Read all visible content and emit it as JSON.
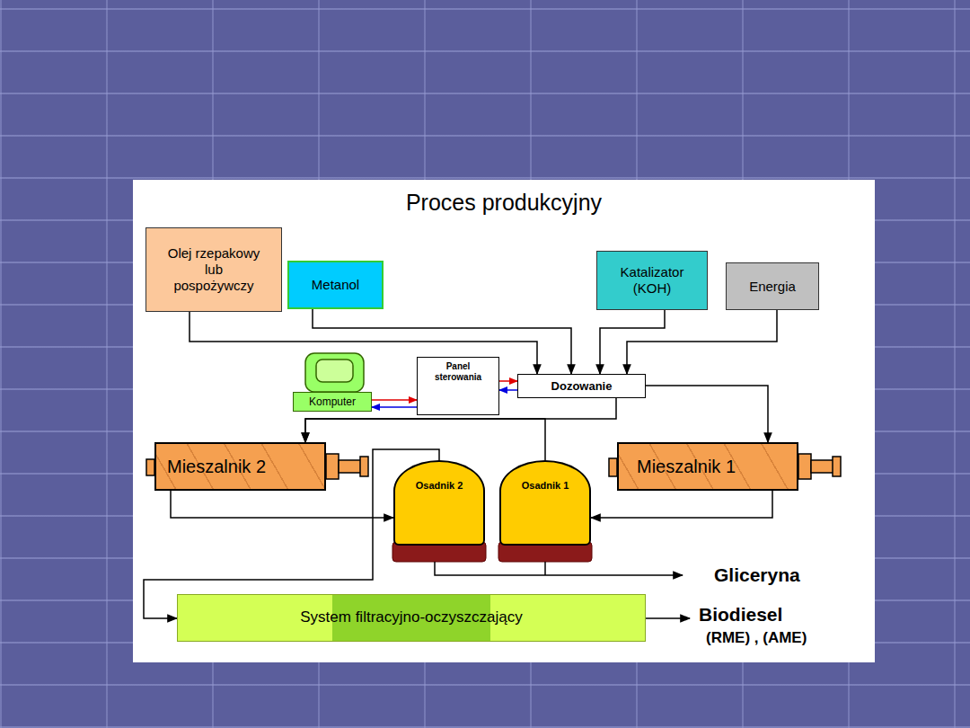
{
  "diagram": {
    "title": "Proces produkcyjny",
    "nodes": [
      {
        "text": [
          "Olej rzepakowy lub pospożywczy"
        ]
      },
      {
        "text": [
          "Metanol"
        ]
      },
      {
        "text": [
          "Katalizator (KOH)"
        ]
      },
      {
        "text": [
          "Energia"
        ]
      },
      {
        "text": [
          "Komputer"
        ]
      },
      {
        "text": [
          "Panel sterowania"
        ]
      },
      {
        "text": [
          "Dozowanie"
        ]
      },
      {
        "text": [
          "Mieszalnik 2"
        ]
      },
      {
        "text": [
          "Osadnik 2"
        ]
      },
      {
        "text": [
          "Osadnik 1"
        ]
      },
      {
        "text": [
          "Mieszalnik 1"
        ]
      },
      {
        "text": [
          "System filtracyjno-oczyszczający"
        ]
      }
    ],
    "edges": [
      {
        "from": 0,
        "to": 6,
        "arrow": "to"
      },
      {
        "from": 1,
        "to": 6,
        "arrow": "to"
      },
      {
        "from": 2,
        "to": 6,
        "arrow": "to"
      },
      {
        "from": 3,
        "to": 6,
        "arrow": "to"
      },
      {
        "from": 4,
        "to": 5,
        "arrow": "to"
      },
      {
        "from": 5,
        "to": 4,
        "arrow": "to"
      },
      {
        "from": 5,
        "to": 6,
        "arrow": "to"
      },
      {
        "from": 6,
        "to": 5,
        "arrow": "to"
      },
      {
        "from": 6,
        "to": 10,
        "arrow": "to"
      },
      {
        "from": 6,
        "to": 7,
        "arrow": "to"
      },
      {
        "from": 10,
        "to": 9,
        "arrow": "to"
      },
      {
        "from": 9,
        "to": 7,
        "arrow": "to"
      },
      {
        "from": 7,
        "to": 8,
        "arrow": "to"
      },
      {
        "from": 8,
        "to": 11,
        "arrow": "to"
      }
    ],
    "labels": [
      "Gliceryna",
      "Biodiesel",
      "(RME) , (AME)"
    ]
  }
}
